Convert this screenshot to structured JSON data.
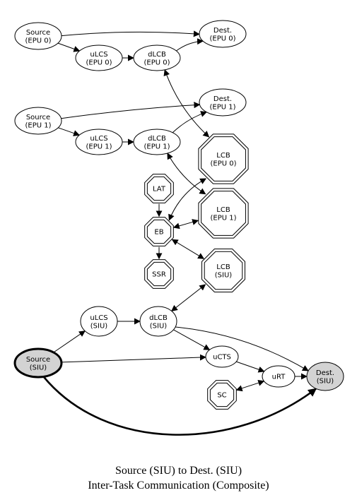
{
  "caption": {
    "line1": "Source (SIU) to Dest. (SIU)",
    "line2": "Inter-Task Communication (Composite)"
  },
  "colors": {
    "highlight_fill": "#d3d3d3",
    "stroke": "#000000",
    "background": "#ffffff"
  },
  "nodes": [
    {
      "id": "src0",
      "shape": "ellipse",
      "lines": [
        "Source",
        "(EPU 0)"
      ]
    },
    {
      "id": "dst0",
      "shape": "ellipse",
      "lines": [
        "Dest.",
        "(EPU 0)"
      ]
    },
    {
      "id": "ulcs0",
      "shape": "ellipse",
      "lines": [
        "uLCS",
        "(EPU 0)"
      ]
    },
    {
      "id": "dlcb0",
      "shape": "ellipse",
      "lines": [
        "dLCB",
        "(EPU 0)"
      ]
    },
    {
      "id": "src1",
      "shape": "ellipse",
      "lines": [
        "Source",
        "(EPU 1)"
      ]
    },
    {
      "id": "dst1",
      "shape": "ellipse",
      "lines": [
        "Dest.",
        "(EPU 1)"
      ]
    },
    {
      "id": "ulcs1",
      "shape": "ellipse",
      "lines": [
        "uLCS",
        "(EPU 1)"
      ]
    },
    {
      "id": "dlcb1",
      "shape": "ellipse",
      "lines": [
        "dLCB",
        "(EPU 1)"
      ]
    },
    {
      "id": "lcb0",
      "shape": "octagon",
      "lines": [
        "LCB",
        "(EPU 0)"
      ]
    },
    {
      "id": "lat",
      "shape": "octagon",
      "lines": [
        "LAT"
      ]
    },
    {
      "id": "lcb1",
      "shape": "octagon",
      "lines": [
        "LCB",
        "(EPU 1)"
      ]
    },
    {
      "id": "eb",
      "shape": "octagon",
      "lines": [
        "EB"
      ]
    },
    {
      "id": "ssr",
      "shape": "octagon",
      "lines": [
        "SSR"
      ]
    },
    {
      "id": "lcbs",
      "shape": "octagon",
      "lines": [
        "LCB",
        "(SIU)"
      ]
    },
    {
      "id": "ulcss",
      "shape": "ellipse",
      "lines": [
        "uLCS",
        "(SIU)"
      ]
    },
    {
      "id": "dlcbs",
      "shape": "ellipse",
      "lines": [
        "dLCB",
        "(SIU)"
      ]
    },
    {
      "id": "srcs",
      "shape": "ellipse",
      "lines": [
        "Source",
        "(SIU)"
      ],
      "highlight": true,
      "bold": true
    },
    {
      "id": "ucts",
      "shape": "ellipse",
      "lines": [
        "uCTS"
      ]
    },
    {
      "id": "urt",
      "shape": "ellipse",
      "lines": [
        "uRT"
      ]
    },
    {
      "id": "sc",
      "shape": "octagon",
      "lines": [
        "SC"
      ]
    },
    {
      "id": "dsts",
      "shape": "ellipse",
      "lines": [
        "Dest.",
        "(SIU)"
      ],
      "highlight": true
    }
  ],
  "edges": [
    {
      "from": "src0",
      "to": "dst0",
      "dir": "forward"
    },
    {
      "from": "src0",
      "to": "ulcs0",
      "dir": "forward"
    },
    {
      "from": "ulcs0",
      "to": "dlcb0",
      "dir": "forward"
    },
    {
      "from": "dlcb0",
      "to": "dst0",
      "dir": "forward"
    },
    {
      "from": "dlcb0",
      "to": "lcb0",
      "dir": "both"
    },
    {
      "from": "src1",
      "to": "dst1",
      "dir": "forward"
    },
    {
      "from": "src1",
      "to": "ulcs1",
      "dir": "forward"
    },
    {
      "from": "ulcs1",
      "to": "dlcb1",
      "dir": "forward"
    },
    {
      "from": "dlcb1",
      "to": "dst1",
      "dir": "forward"
    },
    {
      "from": "dlcb1",
      "to": "lcb1",
      "dir": "both"
    },
    {
      "from": "lat",
      "to": "eb",
      "dir": "forward"
    },
    {
      "from": "eb",
      "to": "lcb0",
      "dir": "both"
    },
    {
      "from": "eb",
      "to": "lcb1",
      "dir": "both"
    },
    {
      "from": "eb",
      "to": "ssr",
      "dir": "forward"
    },
    {
      "from": "eb",
      "to": "lcbs",
      "dir": "both"
    },
    {
      "from": "dlcbs",
      "to": "lcbs",
      "dir": "both"
    },
    {
      "from": "srcs",
      "to": "ulcss",
      "dir": "forward"
    },
    {
      "from": "ulcss",
      "to": "dlcbs",
      "dir": "forward"
    },
    {
      "from": "dlcbs",
      "to": "ucts",
      "dir": "forward"
    },
    {
      "from": "dlcbs",
      "to": "dsts",
      "dir": "forward"
    },
    {
      "from": "srcs",
      "to": "ucts",
      "dir": "forward"
    },
    {
      "from": "ucts",
      "to": "urt",
      "dir": "forward"
    },
    {
      "from": "urt",
      "to": "dsts",
      "dir": "forward"
    },
    {
      "from": "sc",
      "to": "urt",
      "dir": "both"
    },
    {
      "from": "srcs",
      "to": "dsts",
      "dir": "forward",
      "bold": true
    }
  ]
}
